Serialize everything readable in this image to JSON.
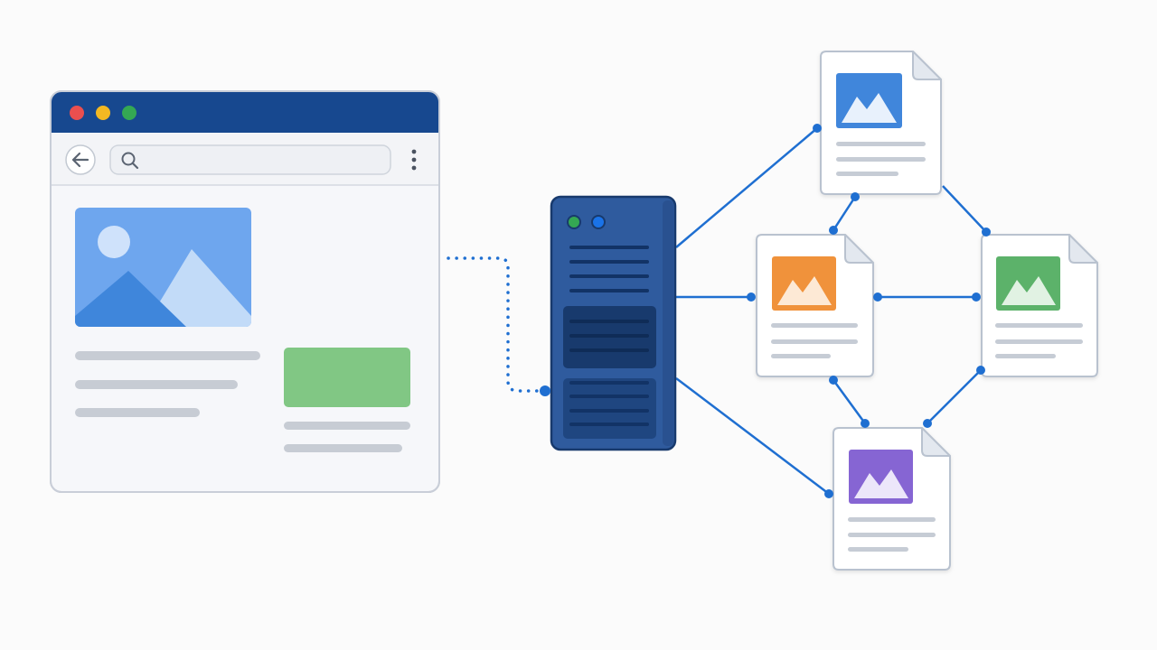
{
  "colors": {
    "background": "#fbfbfb",
    "browser_titlebar": "#17488f",
    "browser_frame": "#c9ced8",
    "browser_body": "#f6f7fa",
    "dot_red": "#ea4f4f",
    "dot_yellow": "#f3b822",
    "dot_green": "#34a853",
    "skeleton_gray": "#c7ccd4",
    "accent_green_block": "#81c784",
    "hero_image_sky": "#6ea6ee",
    "hero_image_mountain_front": "#3f86db",
    "hero_image_mountain_back": "#c2dbf8",
    "hero_image_sun": "#cfe2fb",
    "server_body": "#2f5b9e",
    "server_dark_panel": "#183a6d",
    "server_line": "#123366",
    "server_led_green": "#34a853",
    "server_led_blue": "#1a73e8",
    "connector_blue": "#1f6fd1",
    "doc_border": "#b9c2cf",
    "doc_fill": "#ffffff",
    "doc_fold": "#e3e8ef",
    "doc_text_line": "#c6ccd5",
    "doc_blue": "#3f86db",
    "doc_orange": "#f0923a",
    "doc_green": "#5cb26a",
    "doc_purple": "#8665d3",
    "doc_mountain": "#e8f1fc"
  },
  "icons": {
    "back": "arrow-left-icon",
    "search": "search-icon",
    "menu": "kebab-menu-icon",
    "image": "image-icon",
    "server": "server-icon",
    "document": "document-icon"
  },
  "browser": {
    "window_dots": [
      "red",
      "yellow",
      "green"
    ],
    "search_value": "",
    "content_blocks": [
      "hero-image",
      "text-line",
      "text-line",
      "text-line",
      "green-block",
      "text-line",
      "text-line"
    ]
  },
  "server": {
    "leds": [
      "green",
      "blue"
    ]
  },
  "documents": [
    {
      "id": "doc-top",
      "image_color": "blue"
    },
    {
      "id": "doc-middle-left",
      "image_color": "orange"
    },
    {
      "id": "doc-middle-right",
      "image_color": "green"
    },
    {
      "id": "doc-bottom",
      "image_color": "purple"
    }
  ],
  "connections": [
    {
      "from": "browser",
      "to": "server",
      "style": "dotted"
    },
    {
      "from": "server",
      "to": "doc-top",
      "style": "solid"
    },
    {
      "from": "server",
      "to": "doc-middle-left",
      "style": "solid"
    },
    {
      "from": "server",
      "to": "doc-bottom",
      "style": "solid"
    },
    {
      "from": "doc-top",
      "to": "doc-middle-left",
      "style": "solid"
    },
    {
      "from": "doc-top",
      "to": "doc-middle-right",
      "style": "solid"
    },
    {
      "from": "doc-middle-left",
      "to": "doc-middle-right",
      "style": "solid"
    },
    {
      "from": "doc-middle-left",
      "to": "doc-bottom",
      "style": "solid"
    },
    {
      "from": "doc-middle-right",
      "to": "doc-bottom",
      "style": "solid"
    }
  ]
}
